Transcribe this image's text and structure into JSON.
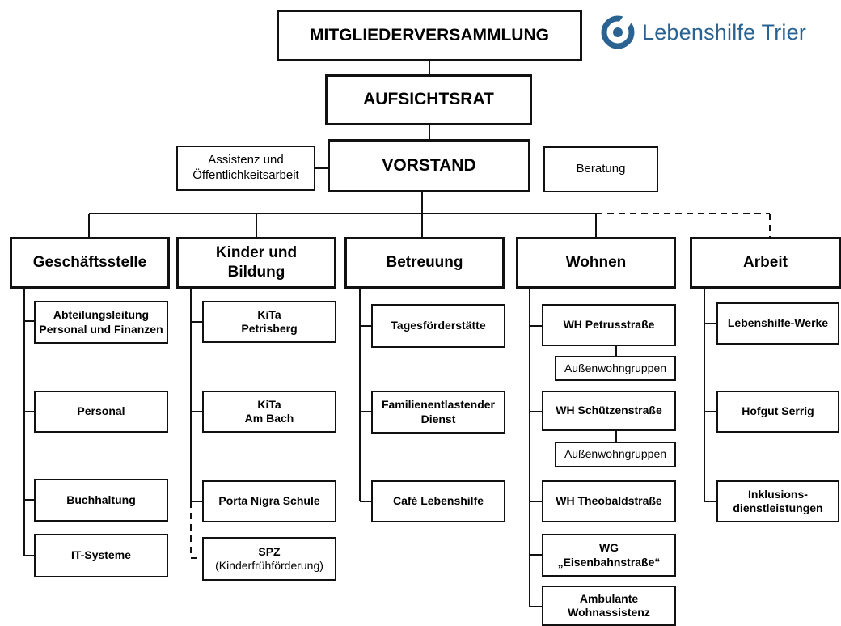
{
  "logo": {
    "text": "Lebenshilfe Trier",
    "color": "#2a6291",
    "icon": "lebenshilfe-logo-icon"
  },
  "top": {
    "mitgliederversammlung": "MITGLIEDERVERSAMMLUNG",
    "aufsichtsrat": "AUFSICHTSRAT",
    "vorstand": "VORSTAND",
    "assistenz": "Assistenz und\nÖffentlichkeitsarbeit",
    "beratung": "Beratung"
  },
  "departments": {
    "geschaeftsstelle": {
      "title": "Geschäftsstelle",
      "items": [
        "Abteilungsleitung\nPersonal und Finanzen",
        "Personal",
        "Buchhaltung",
        "IT-Systeme"
      ]
    },
    "kinder": {
      "title": "Kinder und\nBildung",
      "items": [
        "KiTa\nPetrisberg",
        "KiTa\nAm Bach",
        "Porta Nigra Schule"
      ],
      "spz_title": "SPZ",
      "spz_sub": "(Kinderfrühförderung)"
    },
    "betreuung": {
      "title": "Betreuung",
      "items": [
        "Tagesförderstätte",
        "Familienentlastender\nDienst",
        "Café Lebenshilfe"
      ]
    },
    "wohnen": {
      "title": "Wohnen",
      "items": [
        "WH Petrusstraße",
        "Außenwohngruppen",
        "WH Schützenstraße",
        "Außenwohngruppen",
        "WH Theobaldstraße",
        "WG\n„Eisenbahnstraße“",
        "Ambulante\nWohnassistenz"
      ]
    },
    "arbeit": {
      "title": "Arbeit",
      "items": [
        "Lebenshilfe-Werke",
        "Hofgut Serrig",
        "Inklusions-\ndienstleistungen"
      ]
    }
  }
}
